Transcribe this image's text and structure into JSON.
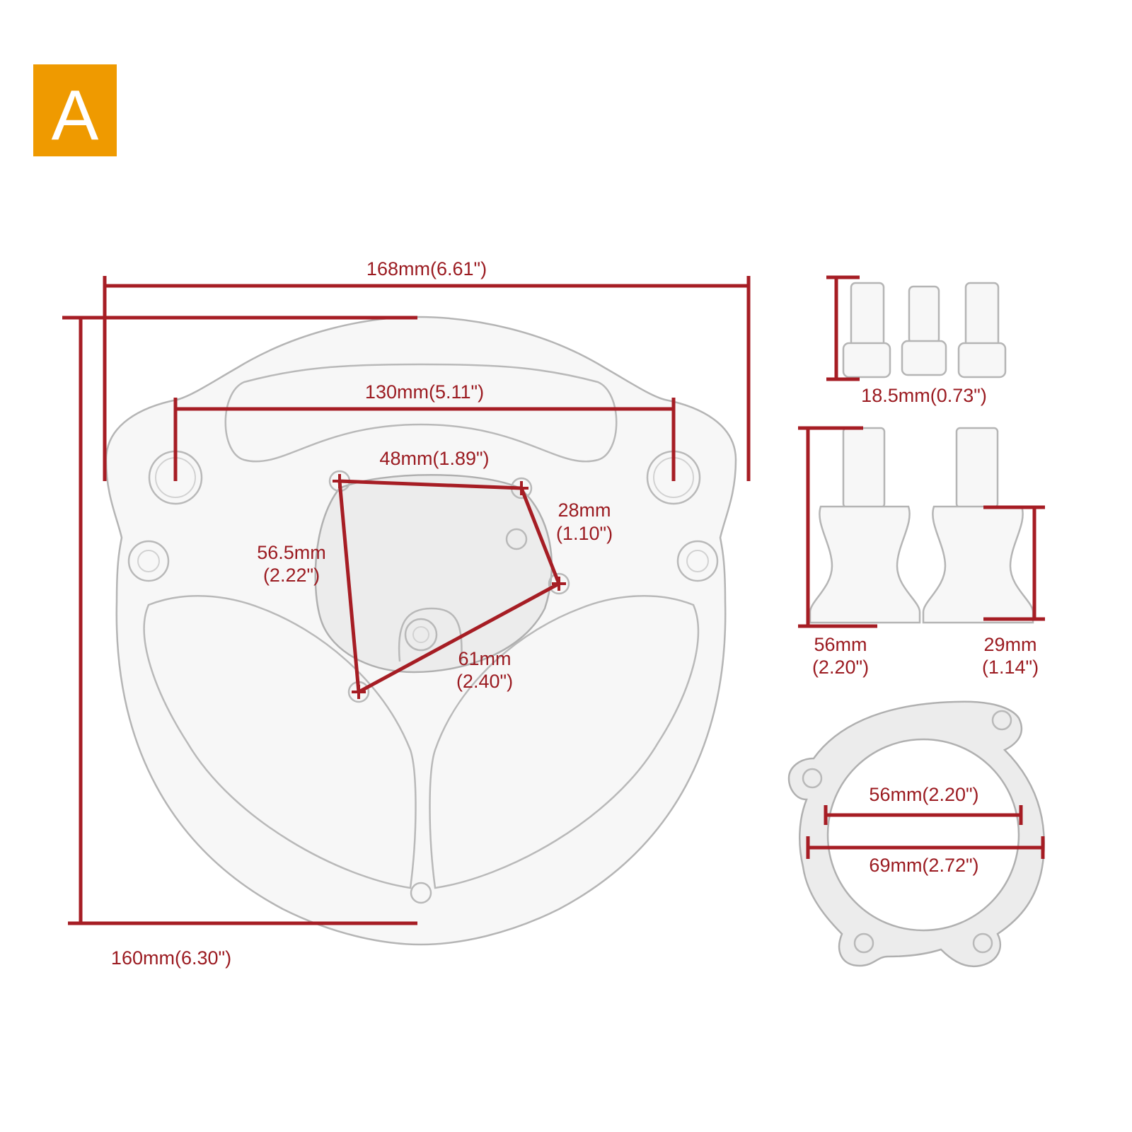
{
  "badge": {
    "letter": "A",
    "color": "#ef9a00"
  },
  "accent_color": "#a61d24",
  "labels": {
    "overall_width": "168mm(6.61\")",
    "mount_span": "130mm(5.11\")",
    "hole_a": "48mm(1.89\")",
    "hole_b_mm": "28mm",
    "hole_b_in": "(1.10\")",
    "hole_c_mm": "56.5mm",
    "hole_c_in": "(2.22\")",
    "hole_d_mm": "61mm",
    "hole_d_in": "(2.40\")",
    "overall_height": "160mm(6.30\")",
    "bolt_length": "18.5mm(0.73\")",
    "standoff_total_mm": "56mm",
    "standoff_total_in": "(2.20\")",
    "standoff_body_mm": "29mm",
    "standoff_body_in": "(1.14\")",
    "gasket_inner": "56mm(2.20\")",
    "gasket_outer": "69mm(2.72\")"
  }
}
